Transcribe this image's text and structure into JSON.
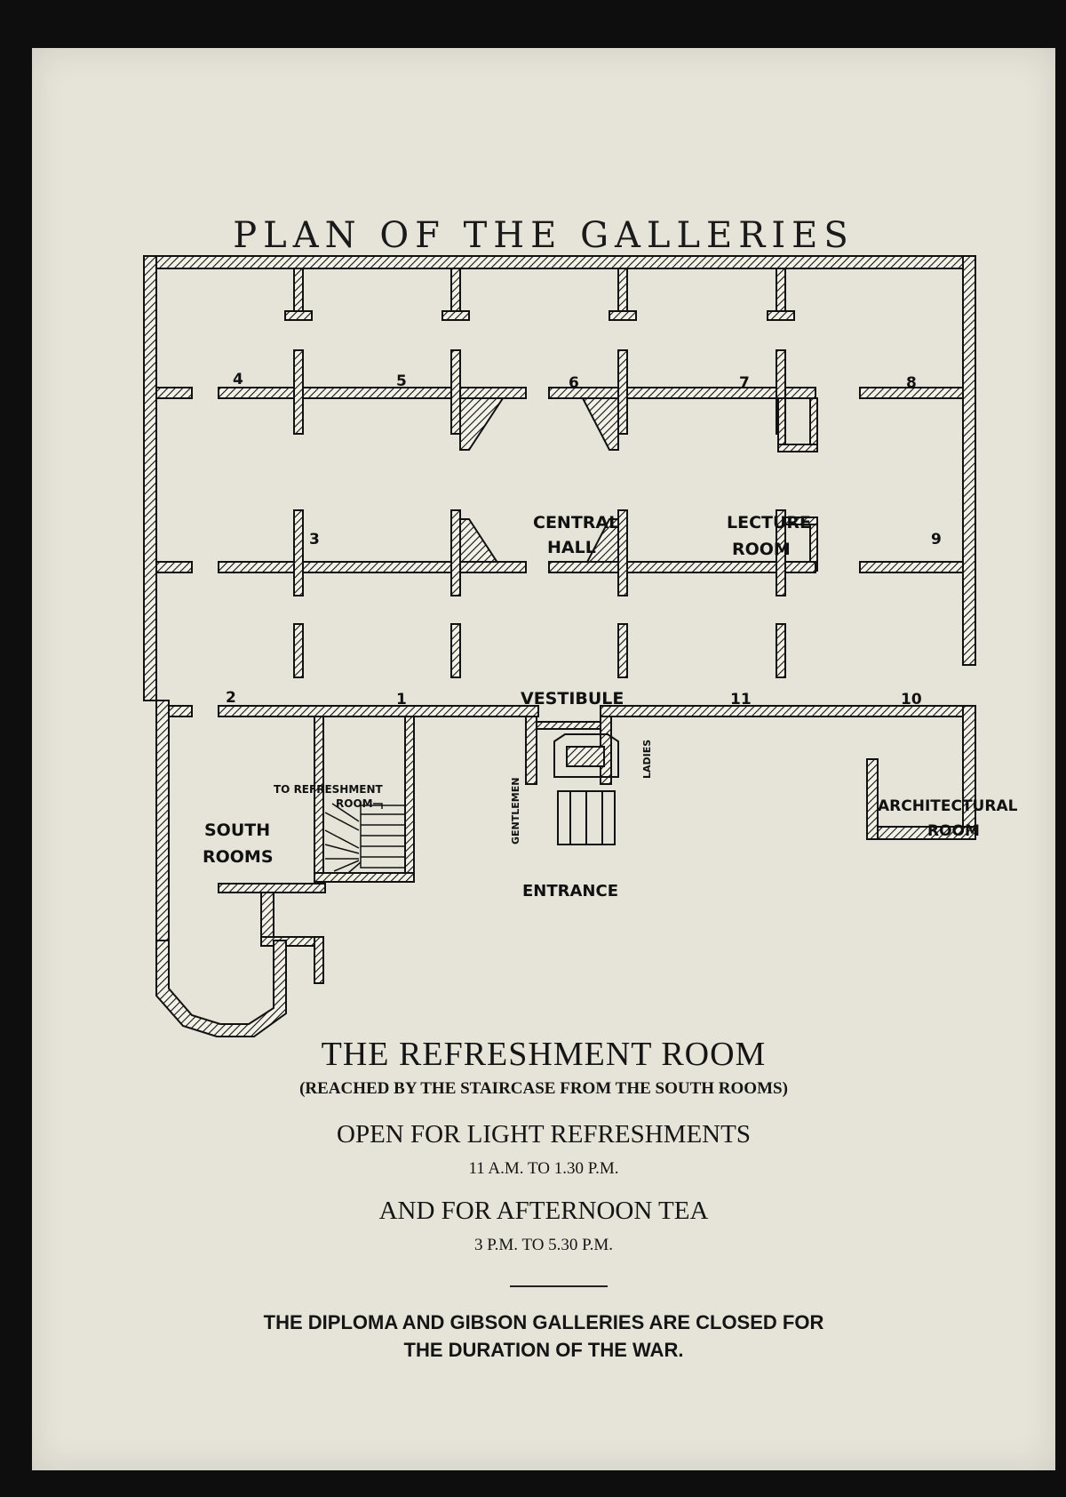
{
  "title": "PLAN OF THE GALLERIES",
  "plan": {
    "rooms": {
      "r4": "4",
      "r5": "5",
      "r6": "6",
      "r7": "7",
      "r8": "8",
      "r3": "3",
      "r9": "9",
      "r2": "2",
      "r1": "1",
      "r11": "11",
      "r10": "10"
    },
    "central_hall": [
      "CENTRAL",
      "HALL"
    ],
    "lecture_room": [
      "LECTURE",
      "ROOM"
    ],
    "vestibule": "VESTIBULE",
    "gentlemen": "GENTLEMEN",
    "ladies": "LADIES",
    "to_refreshment_room": [
      "TO REFRESHMENT",
      "ROOM"
    ],
    "south_rooms": [
      "SOUTH",
      "ROOMS"
    ],
    "entrance": "ENTRANCE",
    "architectural_room": [
      "ARCHITECTURAL",
      "ROOM"
    ]
  },
  "info": {
    "heading": "THE REFRESHMENT ROOM",
    "subheading": "(REACHED BY THE STAIRCASE FROM THE SOUTH ROOMS)",
    "light_refreshments": "OPEN FOR LIGHT REFRESHMENTS",
    "light_hours": "11 A.M. TO 1.30 P.M.",
    "afternoon_tea": "AND FOR AFTERNOON TEA",
    "tea_hours": "3 P.M. TO 5.30 P.M.",
    "closed_note_line1": "THE DIPLOMA AND GIBSON GALLERIES ARE CLOSED FOR",
    "closed_note_line2": "THE DURATION OF THE WAR."
  }
}
